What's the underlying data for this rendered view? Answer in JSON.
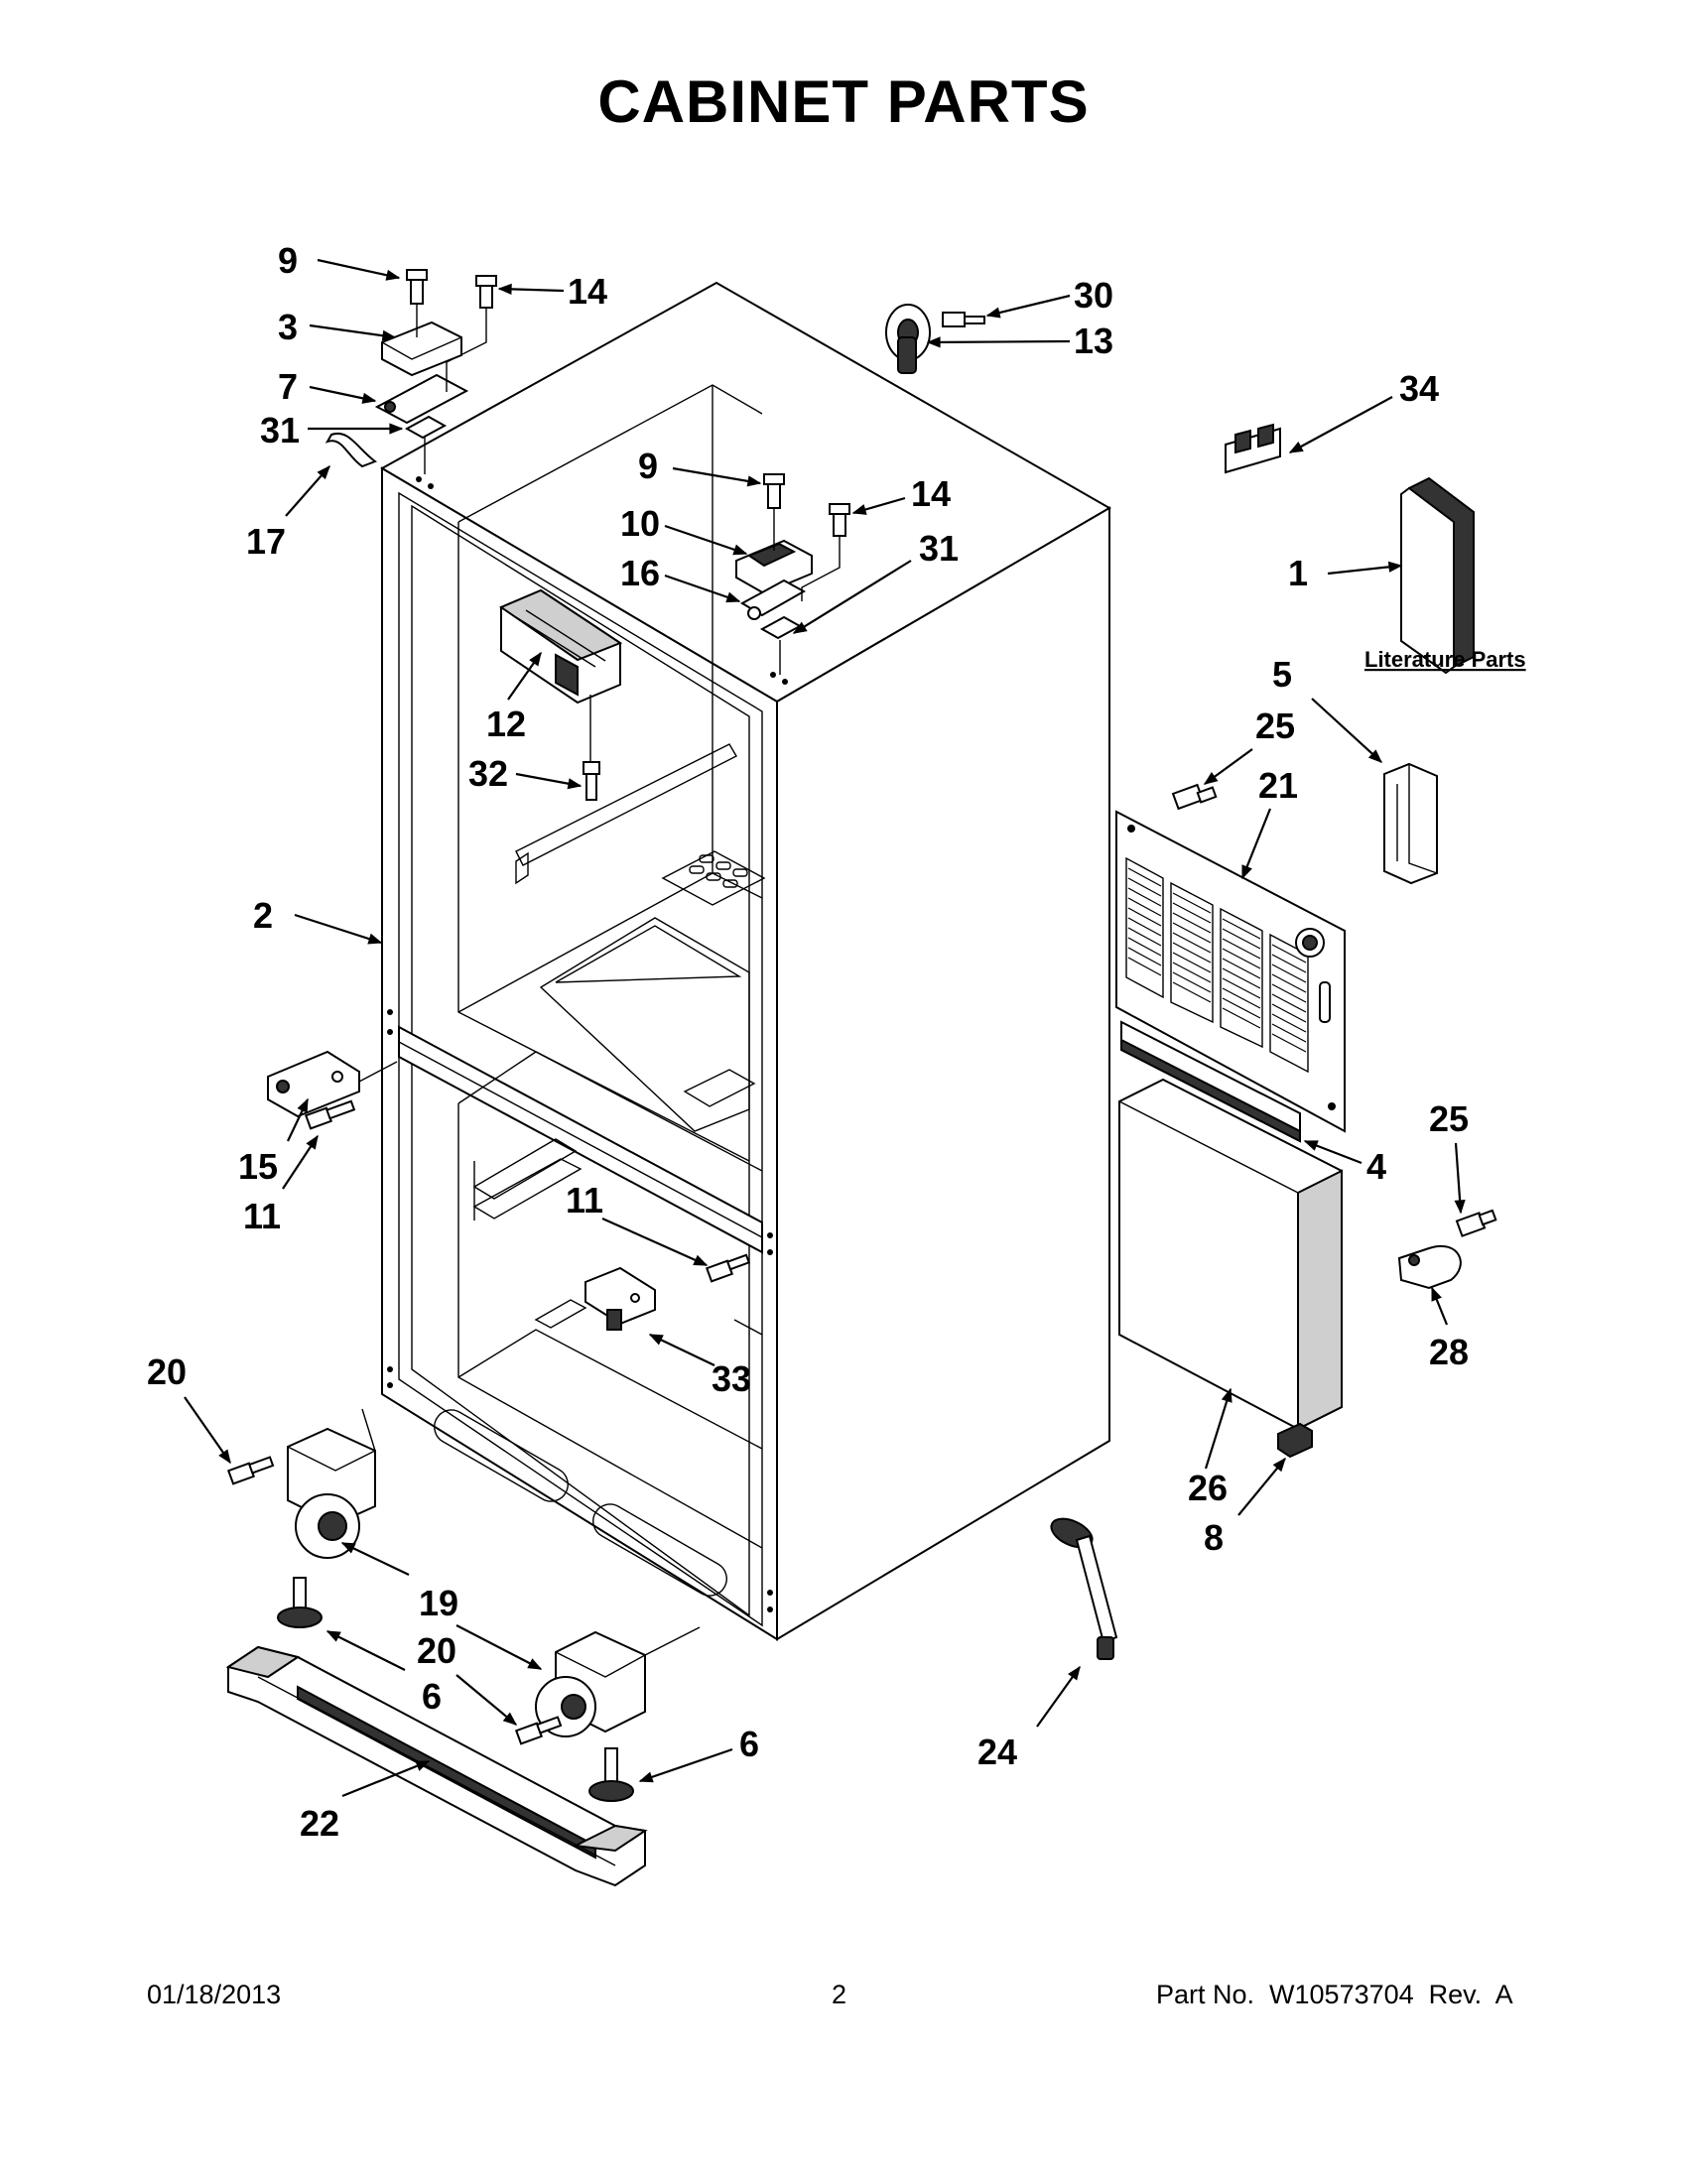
{
  "title": "CABINET PARTS",
  "literature_label": "Literature Parts",
  "footer": {
    "date": "01/18/2013",
    "page": "2",
    "part_no": "Part No.  W10573704  Rev.  A"
  },
  "callouts": {
    "c9a": "9",
    "c14a": "14",
    "c3": "3",
    "c7": "7",
    "c31a": "31",
    "c17": "17",
    "c30": "30",
    "c13": "13",
    "c34": "34",
    "c9b": "9",
    "c14b": "14",
    "c10": "10",
    "c16": "16",
    "c31b": "31",
    "c1": "1",
    "c12": "12",
    "c32": "32",
    "c5": "5",
    "c25a": "25",
    "c21": "21",
    "c2": "2",
    "c15": "15",
    "c11a": "11",
    "c25b": "25",
    "c4": "4",
    "c11b": "11",
    "c28": "28",
    "c33": "33",
    "c20a": "20",
    "c26": "26",
    "c8": "8",
    "c19": "19",
    "c20b": "20",
    "c6a": "6",
    "c6b": "6",
    "c24": "24",
    "c22": "22"
  }
}
